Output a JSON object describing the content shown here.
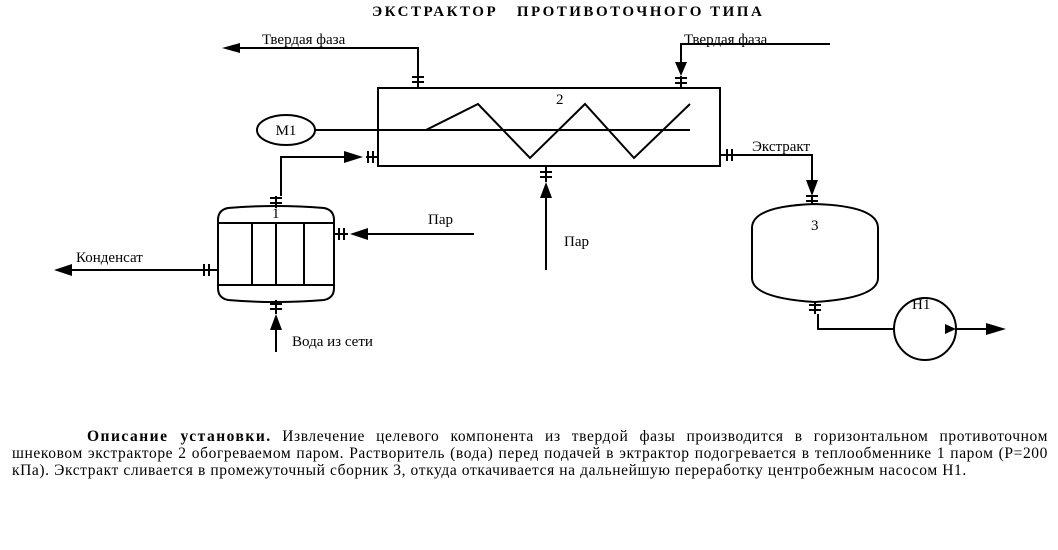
{
  "title": "ЭКСТРАКТОР   ПРОТИВОТОЧНОГО ТИПА",
  "labels": {
    "solid_out": "Твердая фаза",
    "solid_in": "Твердая фаза",
    "extract": "Экстракт",
    "steam_he": "Пар",
    "steam_ex": "Пар",
    "condensate": "Конденсат",
    "water": "Вода из сети",
    "motor": "М1",
    "pump": "Н1",
    "n1": "1",
    "n2": "2",
    "n3": "3"
  },
  "description": {
    "lead": "Описание установки.",
    "text": "Извлечение целевого компонента из твердой фазы производится в горизонтальном противоточном шнековом экстракторе 2 обогреваемом паром. Растворитель (вода) перед подачей в эктрактор подогревается в теплообменнике 1 паром (Р=200 кПа). Экстракт сливается в промежуточный сборник 3, откуда откачивается на дальнейшую переработку центробежным насосом Н1."
  }
}
